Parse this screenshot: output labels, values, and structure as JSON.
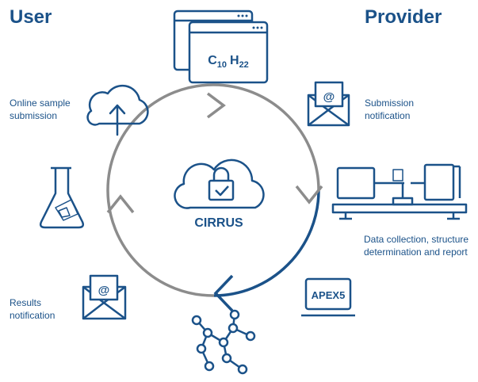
{
  "headings": {
    "user": "User",
    "provider": "Provider"
  },
  "center": {
    "label": "CIRRUS"
  },
  "labels": {
    "online_sample": [
      "Online sample",
      "submission"
    ],
    "submission_notification": [
      "Submission",
      "notification"
    ],
    "data_collection": [
      "Data collection, structure",
      "determination and report"
    ],
    "results_notification": [
      "Results",
      "notification"
    ]
  },
  "formula": {
    "c": "C",
    "c_sub": "10",
    "h": "H",
    "h_sub": "22"
  },
  "software": {
    "name": "APEX5"
  },
  "email_symbol": "@",
  "colors": {
    "primary": "#1b5289",
    "cycle_gray": "#8c8c8c"
  }
}
